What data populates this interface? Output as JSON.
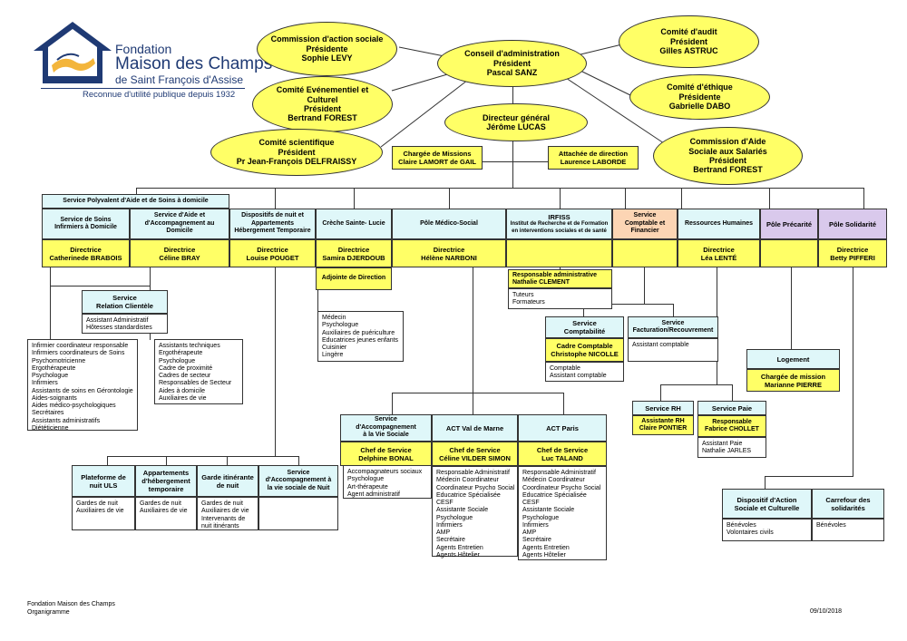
{
  "logo": {
    "line1": "Fondation",
    "line2": "Maison des Champs",
    "line3": "de Saint François d'Assise",
    "tagline": "Reconnue d'utilité publique depuis 1932"
  },
  "ellipses": {
    "commission_sociale": [
      "Commission d'action sociale",
      "Présidente",
      "Sophie LEVY"
    ],
    "conseil": [
      "Conseil d'administration",
      "Président",
      "Pascal SANZ"
    ],
    "audit": [
      "Comité d'audit",
      "Président",
      "Gilles ASTRUC"
    ],
    "evenementiel": [
      "Comité Evénementiel et",
      "Culturel",
      "Président",
      "Bertrand FOREST"
    ],
    "directeur": [
      "Directeur général",
      "Jérôme LUCAS"
    ],
    "ethique": [
      "Comité d'éthique",
      "Présidente",
      "Gabrielle DABO"
    ],
    "scientifique": [
      "Comité scientifique",
      "Président",
      "Pr Jean-François DELFRAISSY"
    ],
    "aide_salaries": [
      "Commission d'Aide",
      "Sociale aux Salariés",
      "Président",
      "Bertrand FOREST"
    ]
  },
  "staff": {
    "missions": [
      "Chargée de Missions",
      "Claire LAMORT de GAIL"
    ],
    "attachee": [
      "Attachée de direction",
      "Laurence LABORDE"
    ]
  },
  "spad_title": "Service Polyvalent d'Aide et de Soins à domicile",
  "columns": {
    "ssiad": {
      "title": [
        "Service de Soins",
        "Infirmiers à Domicile"
      ],
      "head": [
        "Directrice",
        "Catherinede BRABOIS"
      ]
    },
    "saad": {
      "title": [
        "Service d'Aide et",
        "d'Accompagnement au",
        "Domicile"
      ],
      "head": [
        "Directrice",
        "Céline BRAY"
      ]
    },
    "nuit": {
      "title": [
        "Dispositifs de nuit et",
        "Appartements",
        "Hébergement Temporaire"
      ],
      "head": [
        "Directrice",
        "Louise POUGET"
      ]
    },
    "creche": {
      "title": [
        "Crèche Sainte- Lucie"
      ],
      "head": [
        "Directrice",
        "Samira DJERDOUB"
      ]
    },
    "medico": {
      "title": [
        "Pôle Médico-Social"
      ],
      "head": [
        "Directrice",
        "Hélène NARBONI"
      ]
    },
    "irfiss": {
      "title": [
        "IRFISS",
        "Institut de Recherche et de Formation",
        "en interventions sociales et de santé"
      ]
    },
    "compta": {
      "title": [
        "Service",
        "Comptable et",
        "Financier"
      ]
    },
    "rh": {
      "title": [
        "Ressources Humaines"
      ],
      "head": [
        "Directrice",
        "Léa LENTÉ"
      ]
    },
    "precarite": {
      "title": [
        "Pôle Précarité"
      ]
    },
    "solidarite": {
      "title": [
        "Pôle Solidarité"
      ],
      "head": [
        "Directrice",
        "Betty PIFFERI"
      ]
    }
  },
  "adjointe": "Adjointe de Direction",
  "creche_list": [
    "Médecin",
    "Psychologue",
    "Auxiliaires de puériculture",
    "Educatrices jeunes enfants",
    "Cuisinier",
    "Lingère"
  ],
  "irfiss_resp": [
    "Responsable administrative",
    "Nathalie CLEMENT"
  ],
  "irfiss_list": [
    "Tuteurs",
    "Formateurs"
  ],
  "relation": {
    "title": [
      "Service",
      "Relation Clientèle"
    ],
    "list": [
      "Assistant Administratif",
      "Hôtesses standardistes"
    ]
  },
  "ssiad_list": [
    "Infirmier coordinateur responsable",
    "Infirmiers coordinateurs de Soins",
    "Psychomotricienne",
    "Ergothérapeute",
    "Psychologue",
    "Infirmiers",
    "Assistants de soins en Gérontologie",
    "Aides-soignants",
    "Aides médico-psychologiques",
    "Secrétaires",
    "Assistants administratifs",
    "Diététicienne"
  ],
  "saad_list": [
    "Assistants techniques",
    "Ergothérapeute",
    "Psychologue",
    "Cadre de proximité",
    "Cadres de secteur",
    "Responsables de Secteur",
    "Aides à domicile",
    "Auxiliaires de vie"
  ],
  "comptabilite": {
    "title": [
      "Service",
      "Comptabilité"
    ],
    "head": [
      "Cadre Comptable",
      "Christophe NICOLLE"
    ],
    "list": [
      "Comptable",
      "Assistant comptable"
    ]
  },
  "facturation": {
    "title": [
      "Service",
      "Facturation/Recouvrement"
    ],
    "list": [
      "Assistant comptable"
    ]
  },
  "logement": {
    "title": "Logement",
    "head": [
      "Chargée de mission",
      "Marianne PIERRE"
    ]
  },
  "service_rh": {
    "title": "Service RH",
    "head": [
      "Assistante RH",
      "Claire PONTIER"
    ]
  },
  "service_paie": {
    "title": "Service Paie",
    "head": [
      "Responsable",
      "Fabrice CHOLLET"
    ],
    "list": [
      "Assistant Paie",
      "Nathalie JARLES"
    ]
  },
  "medico_subs": {
    "savs": {
      "title": [
        "Service",
        "d'Accompagnement",
        "à la Vie Sociale"
      ],
      "head": [
        "Chef de Service",
        "Delphine BONAL"
      ],
      "list": [
        "Accompagnateurs sociaux",
        "Psychologue",
        "Art-thérapeute",
        "Agent administratif"
      ]
    },
    "vdm": {
      "title": [
        "ACT Val de Marne"
      ],
      "head": [
        "Chef de Service",
        "Céline VILDER SIMON"
      ],
      "list": [
        "Responsable Administratif",
        "Médecin Coordinateur",
        "Coordinateur Psycho Social",
        "Educatrice Spécialisée",
        "CESF",
        "Assistante Sociale",
        "Psychologue",
        "Infirmiers",
        "AMP",
        "Secrétaire",
        "Agents Entretien",
        "Agents Hôtelier"
      ]
    },
    "paris": {
      "title": [
        "ACT Paris"
      ],
      "head": [
        "Chef de Service",
        "Luc TALAND"
      ],
      "list": [
        "Responsable Administratif",
        "Médecin Coordinateur",
        "Coordinateur Psycho Social",
        "Educatrice Spécialisée",
        "CESF",
        "Assistante Sociale",
        "Psychologue",
        "Infirmiers",
        "AMP",
        "Secrétaire",
        "Agents Entretien",
        "Agents Hôtelier"
      ]
    }
  },
  "nuit_subs": {
    "uls": {
      "title": [
        "Plateforme de",
        "nuit ULS"
      ],
      "list": [
        "Gardes de nuit",
        "Auxiliaires de vie"
      ]
    },
    "appart": {
      "title": [
        "Appartements",
        "d'hébergement",
        "temporaire"
      ],
      "list": [
        "Gardes de nuit",
        "Auxiliaires de vie"
      ]
    },
    "garde": {
      "title": [
        "Garde itinérante",
        "de nuit"
      ],
      "list": [
        "Gardes de nuit",
        "Auxiliaires de vie",
        "Intervenants de",
        "nuit itinérants"
      ]
    },
    "savsn": {
      "title": [
        "Service",
        "d'Accompagnement à",
        "la vie sociale de Nuit"
      ],
      "list": []
    }
  },
  "solidarite_subs": {
    "dispositif": {
      "title": [
        "Dispositif d'Action",
        "Sociale et Culturelle"
      ],
      "list": [
        "Bénévoles",
        "Volontaires civils"
      ]
    },
    "carrefour": {
      "title": [
        "Carrefour des",
        "solidarités"
      ],
      "list": [
        "Bénévoles"
      ]
    }
  },
  "footer": {
    "org": "Fondation Maison des Champs",
    "doc": "Organigramme",
    "date": "09/10/2018"
  },
  "colors": {
    "yellow": "#ffff66",
    "cyan": "#dff7f9",
    "peach": "#fcd5b4",
    "lavender": "#d9c9ec",
    "logo_blue": "#1f3a74",
    "logo_gold": "#f3b53b"
  }
}
